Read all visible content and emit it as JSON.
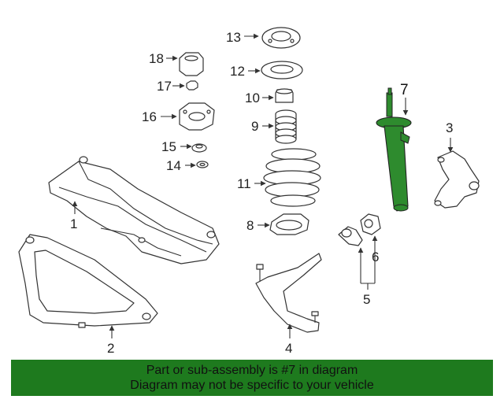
{
  "callouts": {
    "c1": "1",
    "c2": "2",
    "c3": "3",
    "c4": "4",
    "c5": "5",
    "c6": "6",
    "c7": "7",
    "c8": "8",
    "c9": "9",
    "c10": "10",
    "c11": "11",
    "c12": "12",
    "c13": "13",
    "c14": "14",
    "c15": "15",
    "c16": "16",
    "c17": "17",
    "c18": "18"
  },
  "banner": {
    "line1": "Part or sub-assembly is #7 in diagram",
    "line2": "Diagram may not be specific to your vehicle"
  },
  "colors": {
    "highlight": "#2e8b2e",
    "banner": "#1e7a1e",
    "line": "#333333"
  }
}
